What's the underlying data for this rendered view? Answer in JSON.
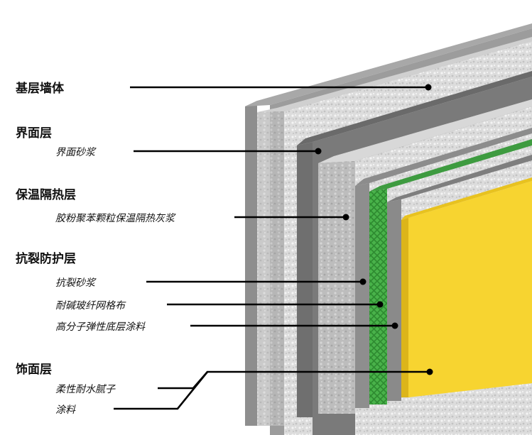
{
  "diagram": {
    "layers": [
      {
        "id": "base-wall",
        "title": "基层墙体",
        "items": []
      },
      {
        "id": "interface",
        "title": "界面层",
        "items": [
          "界面砂浆"
        ]
      },
      {
        "id": "insulation",
        "title": "保温隔热层",
        "items": [
          "胶粉聚苯颗粒保温隔热灰浆"
        ]
      },
      {
        "id": "anti-crack",
        "title": "抗裂防护层",
        "items": [
          "抗裂砂浆",
          "耐碱玻纤网格布",
          "高分子弹性底层涂料"
        ]
      },
      {
        "id": "finish",
        "title": "饰面层",
        "items": [
          "柔性耐水腻子",
          "涂料"
        ]
      }
    ],
    "colors": {
      "wall": "#9c9c9c",
      "wall_side": "#bdbdbd",
      "interface": "#6f6f6f",
      "insulation": "#dcdcdc",
      "mesh": "#49b24a",
      "primer": "#8a8a8a",
      "finish": "#f7d430",
      "leader": "#000000"
    }
  }
}
